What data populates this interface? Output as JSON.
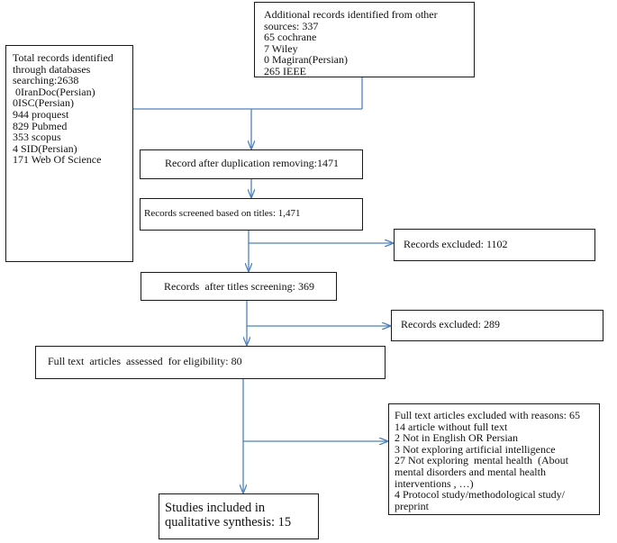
{
  "boxes": {
    "databases": {
      "lines": [
        "Total records identified",
        "through databases",
        "searching:2638",
        " 0IranDoc(Persian)",
        "0ISC(Persian)",
        "944 proquest",
        "829 Pubmed",
        "353 scopus",
        "4 SID(Persian)",
        "171 Web Of Science"
      ]
    },
    "other_sources": {
      "lines": [
        "Additional records identified from other",
        "sources: 337",
        "65 cochrane",
        "7 Wiley",
        "0 Magiran(Persian)",
        "265 IEEE"
      ]
    },
    "after_duplication": {
      "text": "Record after duplication removing:1471"
    },
    "screened_titles": {
      "text": "Records screened based on titles: 1,471"
    },
    "excluded_titles": {
      "text": "Records excluded: 1102"
    },
    "after_titles": {
      "text": "Records  after titles screening: 369"
    },
    "excluded_second": {
      "text": "Records excluded: 289"
    },
    "full_text": {
      "text": "Full text  articles  assessed  for eligibility: 80"
    },
    "full_text_excluded": {
      "lines": [
        "Full text articles excluded with reasons: 65",
        "14 article without full text",
        "2 Not in English OR Persian",
        "3 Not exploring artificial intelligence",
        "27 Not exploring  mental health  (About",
        "mental disorders and mental health",
        "interventions , …)",
        "4 Protocol study/methodological study/",
        "preprint"
      ]
    },
    "included": {
      "lines": [
        "Studies included in",
        "qualitative synthesis: 15"
      ]
    }
  },
  "colors": {
    "arrow": "#4f81bd",
    "border": "#1a1a1a"
  }
}
